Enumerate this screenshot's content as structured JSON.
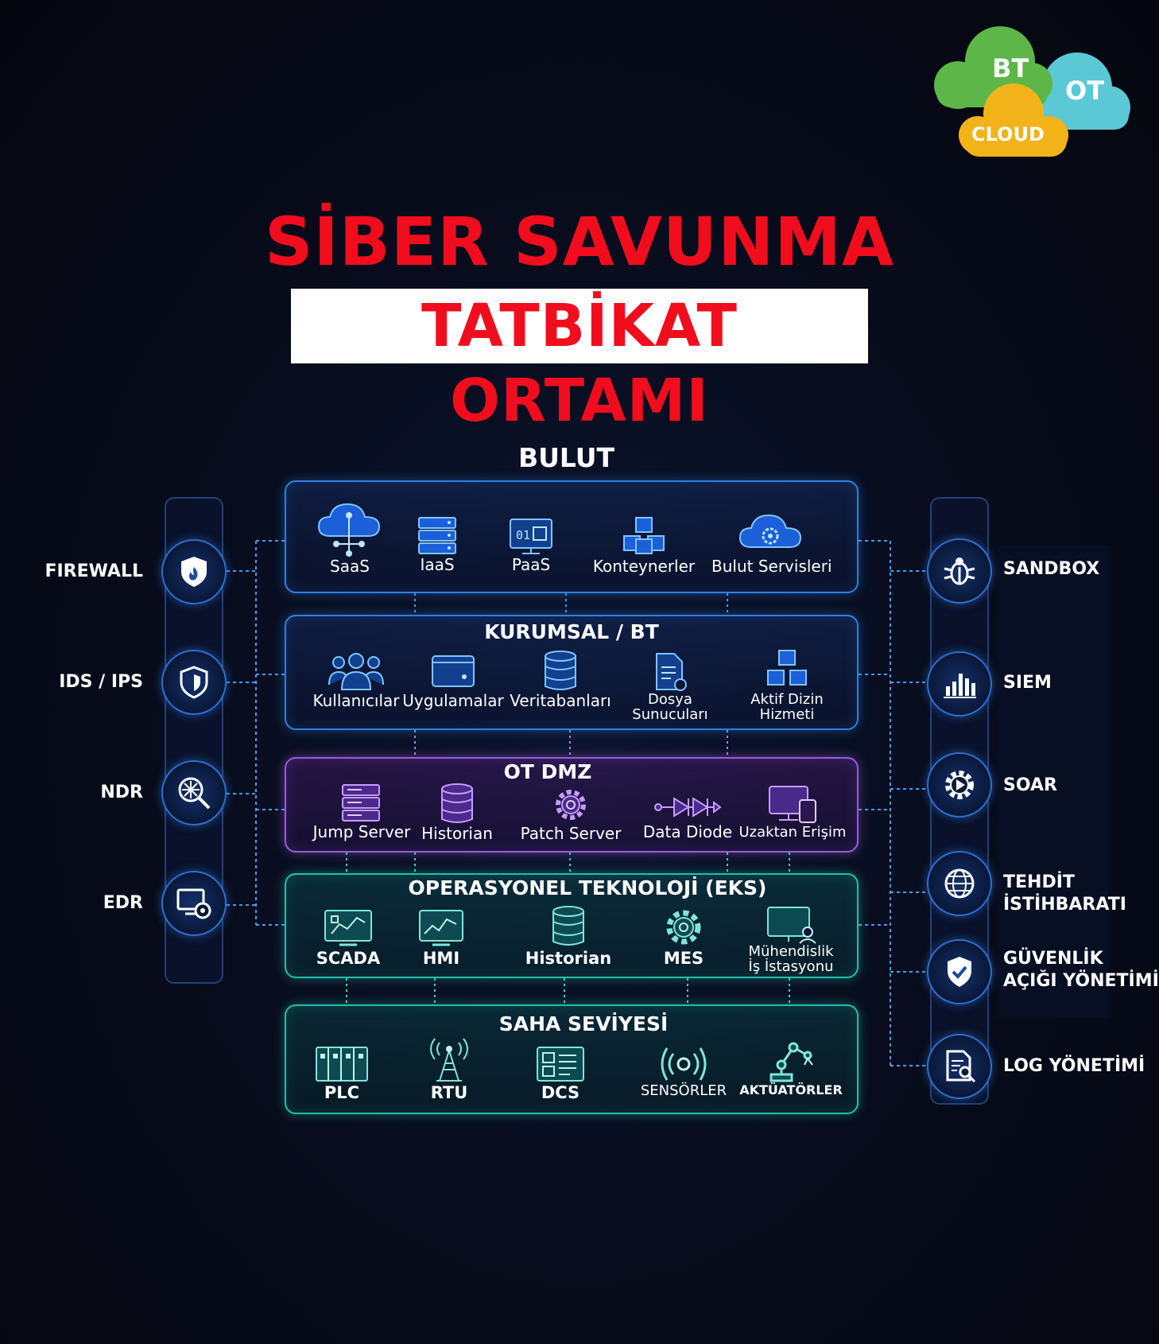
{
  "logo": {
    "bt": "BT",
    "ot": "OT",
    "cloud": "CLOUD"
  },
  "title": {
    "line1": "SİBER SAVUNMA",
    "line2": "TATBİKAT ORTAMI"
  },
  "colors": {
    "title_red": "#f10d1d",
    "blue": "#2f7fe0",
    "purple": "#9b5bd9",
    "teal": "#1fc0a8"
  },
  "layers": {
    "bulut": {
      "title": "BULUT",
      "items": [
        {
          "label": "SaaS",
          "icon": "cloud-network-icon"
        },
        {
          "label": "IaaS",
          "icon": "server-stack-icon"
        },
        {
          "label": "PaaS",
          "icon": "platform-icon"
        },
        {
          "label": "Konteynerler",
          "icon": "containers-icon"
        },
        {
          "label": "Bulut Servisleri",
          "icon": "cloud-gear-icon"
        }
      ]
    },
    "kurumsal": {
      "title": "KURUMSAL / BT",
      "items": [
        {
          "label": "Kullanıcılar",
          "icon": "users-icon"
        },
        {
          "label": "Uygulamalar",
          "icon": "applications-icon"
        },
        {
          "label": "Veritabanları",
          "icon": "database-icon"
        },
        {
          "label": "Dosya",
          "label2": "Sunucuları",
          "icon": "file-server-icon"
        },
        {
          "label": "Aktif Dizin",
          "label2": "Hizmeti",
          "icon": "active-directory-icon"
        }
      ]
    },
    "dmz": {
      "title": "OT DMZ",
      "items": [
        {
          "label": "Jump Server",
          "icon": "jump-server-icon"
        },
        {
          "label": "Historian",
          "icon": "database-icon"
        },
        {
          "label": "Patch Server",
          "icon": "gear-icon"
        },
        {
          "label": "Data Diode",
          "icon": "diode-icon"
        },
        {
          "label": "Uzaktan Erişim",
          "icon": "remote-access-icon"
        }
      ]
    },
    "ot": {
      "title": "OPERASYONEL TEKNOLOJİ (EKS)",
      "items": [
        {
          "label": "SCADA",
          "icon": "scada-icon"
        },
        {
          "label": "HMI",
          "icon": "hmi-icon"
        },
        {
          "label": "Historian",
          "icon": "database-icon"
        },
        {
          "label": "MES",
          "icon": "gear-icon"
        },
        {
          "label": "Mühendislik",
          "label2": "İş İstasyonu",
          "icon": "workstation-icon"
        }
      ]
    },
    "saha": {
      "title": "SAHA SEVİYESİ",
      "items": [
        {
          "label": "PLC",
          "icon": "plc-icon"
        },
        {
          "label": "RTU",
          "icon": "antenna-icon"
        },
        {
          "label": "DCS",
          "icon": "dcs-icon"
        },
        {
          "label": "SENSÖRLER",
          "icon": "sensor-icon"
        },
        {
          "label": "AKTÜATÖRLER",
          "icon": "robot-arm-icon"
        }
      ]
    }
  },
  "left_tools": [
    {
      "label": "FIREWALL",
      "icon": "firewall-shield-icon"
    },
    {
      "label": "IDS / IPS",
      "icon": "shield-icon"
    },
    {
      "label": "NDR",
      "icon": "network-search-icon"
    },
    {
      "label": "EDR",
      "icon": "endpoint-icon"
    }
  ],
  "right_tools": [
    {
      "label": "SANDBOX",
      "icon": "bug-icon"
    },
    {
      "label": "SIEM",
      "icon": "bar-chart-icon"
    },
    {
      "label": "SOAR",
      "icon": "gear-play-icon"
    },
    {
      "label": "TEHDİT",
      "label2": "İSTİHBARATI",
      "icon": "globe-icon"
    },
    {
      "label": "GÜVENLİK",
      "label2": "AÇIĞI YÖNETİMİ",
      "icon": "shield-check-icon"
    },
    {
      "label": "LOG YÖNETİMİ",
      "icon": "log-search-icon"
    }
  ]
}
